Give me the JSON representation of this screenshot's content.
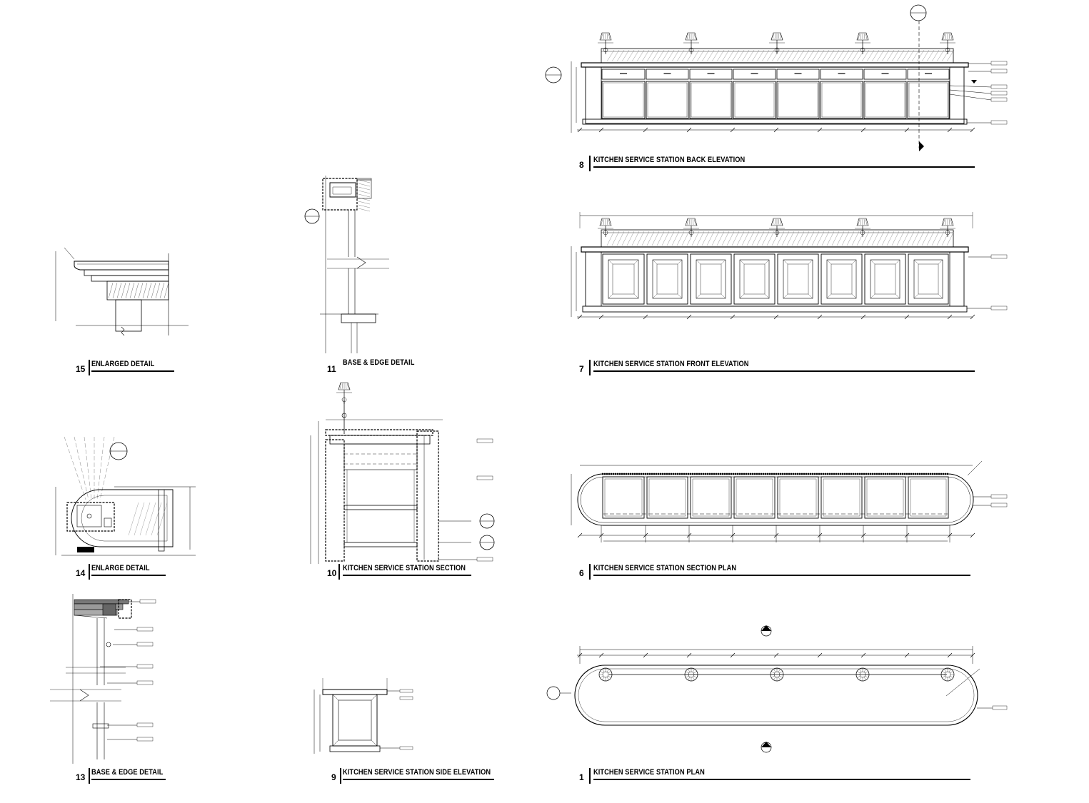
{
  "drawings": [
    {
      "id": "d8",
      "number": "8",
      "title": "KITCHEN SERVICE STATION BACK ELEVATION"
    },
    {
      "id": "d7",
      "number": "7",
      "title": "KITCHEN SERVICE STATION FRONT ELEVATION"
    },
    {
      "id": "d6",
      "number": "6",
      "title": "KITCHEN SERVICE STATION SECTION PLAN"
    },
    {
      "id": "d1",
      "number": "1",
      "title": "KITCHEN SERVICE STATION PLAN"
    },
    {
      "id": "d15",
      "number": "15",
      "title": "ENLARGED DETAIL"
    },
    {
      "id": "d11",
      "number": "11",
      "title": "BASE & EDGE DETAIL"
    },
    {
      "id": "d14",
      "number": "14",
      "title": "ENLARGE DETAIL"
    },
    {
      "id": "d10",
      "number": "10",
      "title": "KITCHEN SERVICE STATION SECTION"
    },
    {
      "id": "d13",
      "number": "13",
      "title": "BASE & EDGE DETAIL"
    },
    {
      "id": "d9",
      "number": "9",
      "title": "KITCHEN SERVICE STATION SIDE ELEVATION"
    }
  ],
  "colors": {
    "ink": "#000000",
    "fine": "#333333",
    "faint": "#9a9a9a",
    "paper": "#ffffff"
  }
}
